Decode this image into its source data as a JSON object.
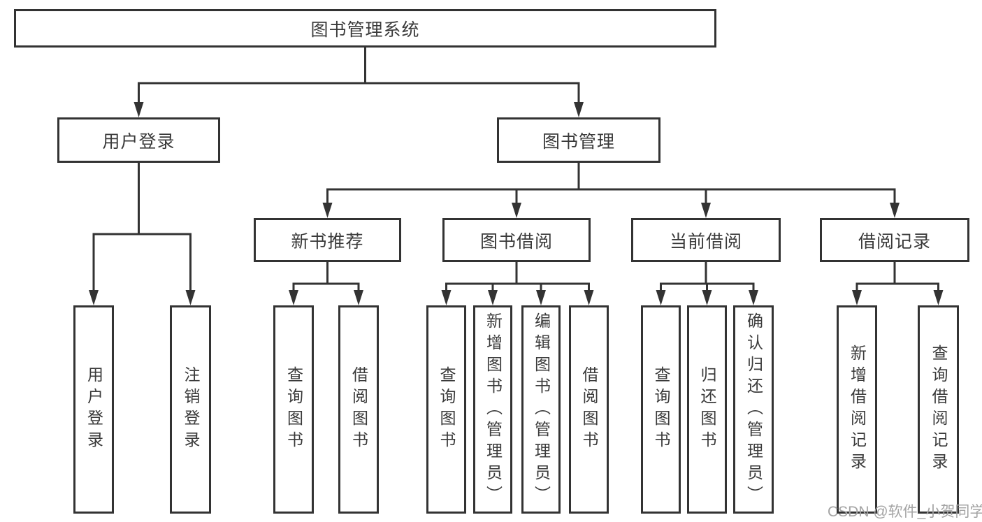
{
  "tree": {
    "root": {
      "label": "图书管理系统"
    },
    "branches": [
      {
        "label": "用户登录",
        "children": [
          {
            "label": "用户登录"
          },
          {
            "label": "注销登录"
          }
        ]
      },
      {
        "label": "图书管理",
        "children": [
          {
            "label": "新书推荐",
            "children": [
              {
                "label": "查询图书"
              },
              {
                "label": "借阅图书"
              }
            ]
          },
          {
            "label": "图书借阅",
            "children": [
              {
                "label": "查询图书"
              },
              {
                "label": "新增图书（管理员）"
              },
              {
                "label": "编辑图书（管理员）"
              },
              {
                "label": "借阅图书"
              }
            ]
          },
          {
            "label": "当前借阅",
            "children": [
              {
                "label": "查询图书"
              },
              {
                "label": "归还图书"
              },
              {
                "label": "确认归还（管理员）"
              }
            ]
          },
          {
            "label": "借阅记录",
            "children": [
              {
                "label": "新增借阅记录"
              },
              {
                "label": "查询借阅记录"
              }
            ]
          }
        ]
      }
    ]
  },
  "watermark": {
    "text": "CSDN @软件_小贺同学",
    "color": "#a3a3a3"
  },
  "colors": {
    "line": "#333333",
    "text": "#3a3a3a",
    "background": "#ffffff"
  }
}
